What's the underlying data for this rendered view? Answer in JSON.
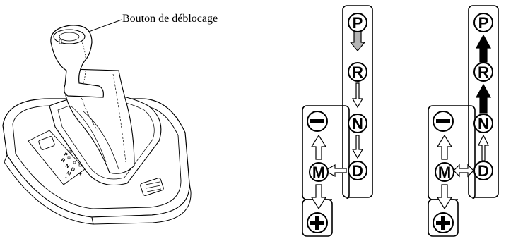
{
  "callout": {
    "text": "Bouton de déblocage"
  },
  "shifter_photo": {
    "gate_letters": [
      "P",
      "R",
      "N",
      "D",
      "M"
    ]
  },
  "diagram_normal": {
    "positions": {
      "P": "P",
      "R": "R",
      "N": "N",
      "D": "D",
      "M": "M"
    },
    "minus_icon": "minus-icon",
    "plus_icon": "plus-icon",
    "arrow_colors": {
      "p_to_r": "#b4b4b4",
      "others": "#ffffff"
    }
  },
  "diagram_release": {
    "positions": {
      "P": "P",
      "R": "R",
      "N": "N",
      "D": "D",
      "M": "M"
    },
    "minus_icon": "minus-icon",
    "plus_icon": "plus-icon",
    "arrow_colors": {
      "to_p_and_r": "#000000",
      "others": "#ffffff"
    }
  }
}
